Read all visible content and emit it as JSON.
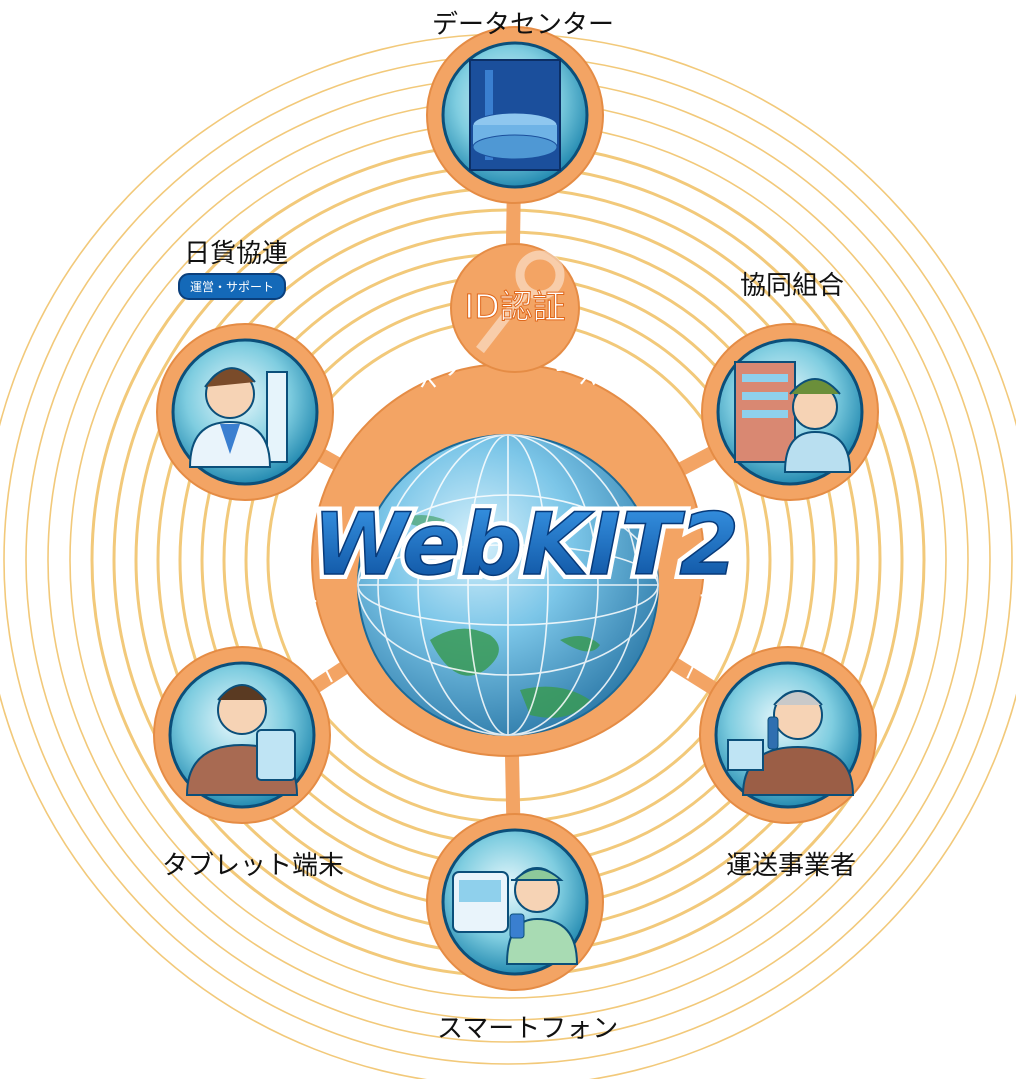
{
  "center": {
    "logo_text": "WebKIT2",
    "ring_label": "インターネット"
  },
  "auth": {
    "label": "ID認証"
  },
  "nodes": {
    "data_center": {
      "label": "データセンター"
    },
    "nikka": {
      "label": "日貨協連",
      "badge": "運営・サポート"
    },
    "cooperative": {
      "label": "協同組合"
    },
    "tablet": {
      "label": "タブレット端末"
    },
    "carrier": {
      "label": "運送事業者"
    },
    "smartphone": {
      "label": "スマートフォン"
    }
  },
  "colors": {
    "node_ring": "#f3a464",
    "node_inner": "#1d8fbf",
    "wave_lines": "#f2c97a",
    "logo_blue": "#0b5fb5",
    "badge_blue": "#1469b8",
    "globe_sea": "#5fb6de",
    "globe_land": "#2f8f4d"
  }
}
